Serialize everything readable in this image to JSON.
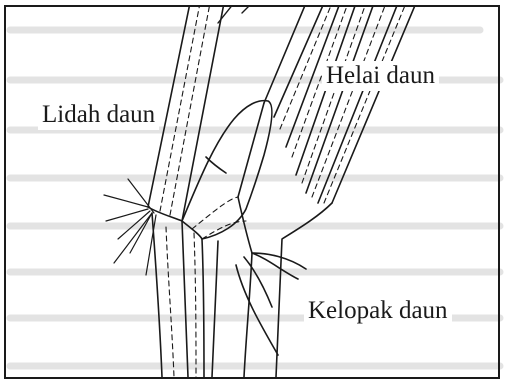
{
  "figure": {
    "labels": {
      "ligule": "Lidah daun",
      "blade": "Helai daun",
      "sheath": "Kelopak daun"
    }
  }
}
